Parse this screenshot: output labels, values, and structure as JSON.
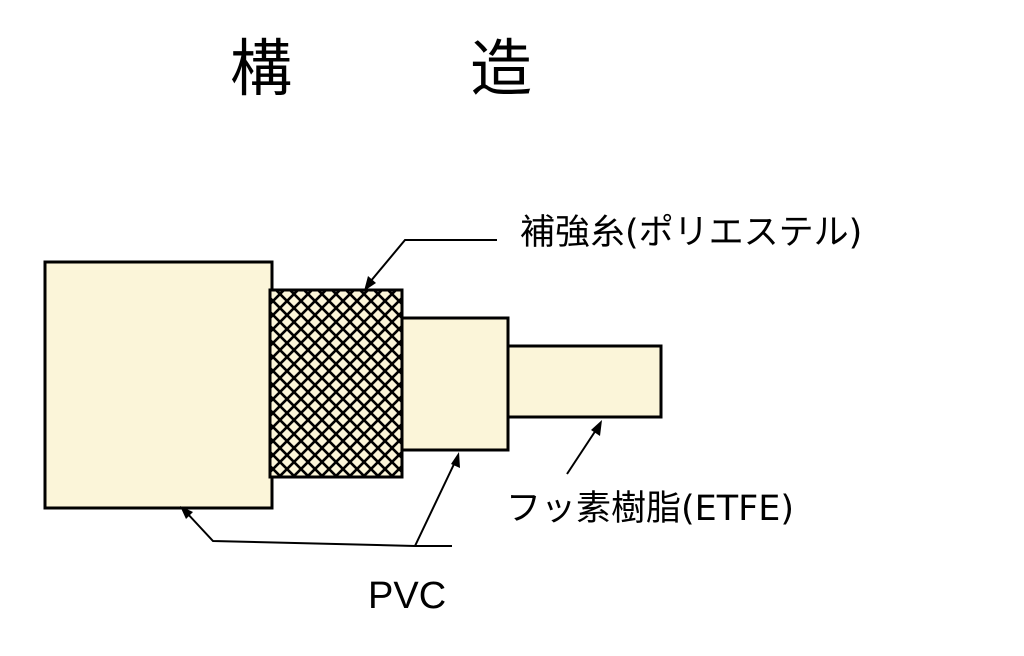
{
  "title": "構　造",
  "labels": {
    "braid": "補強糸(ポリエステル)",
    "insulation": "フッ素樹脂(ETFE)",
    "jacket": "PVC"
  },
  "colors": {
    "fill": "#FBF5D9",
    "stroke": "#000000",
    "background": "#FFFFFF"
  }
}
